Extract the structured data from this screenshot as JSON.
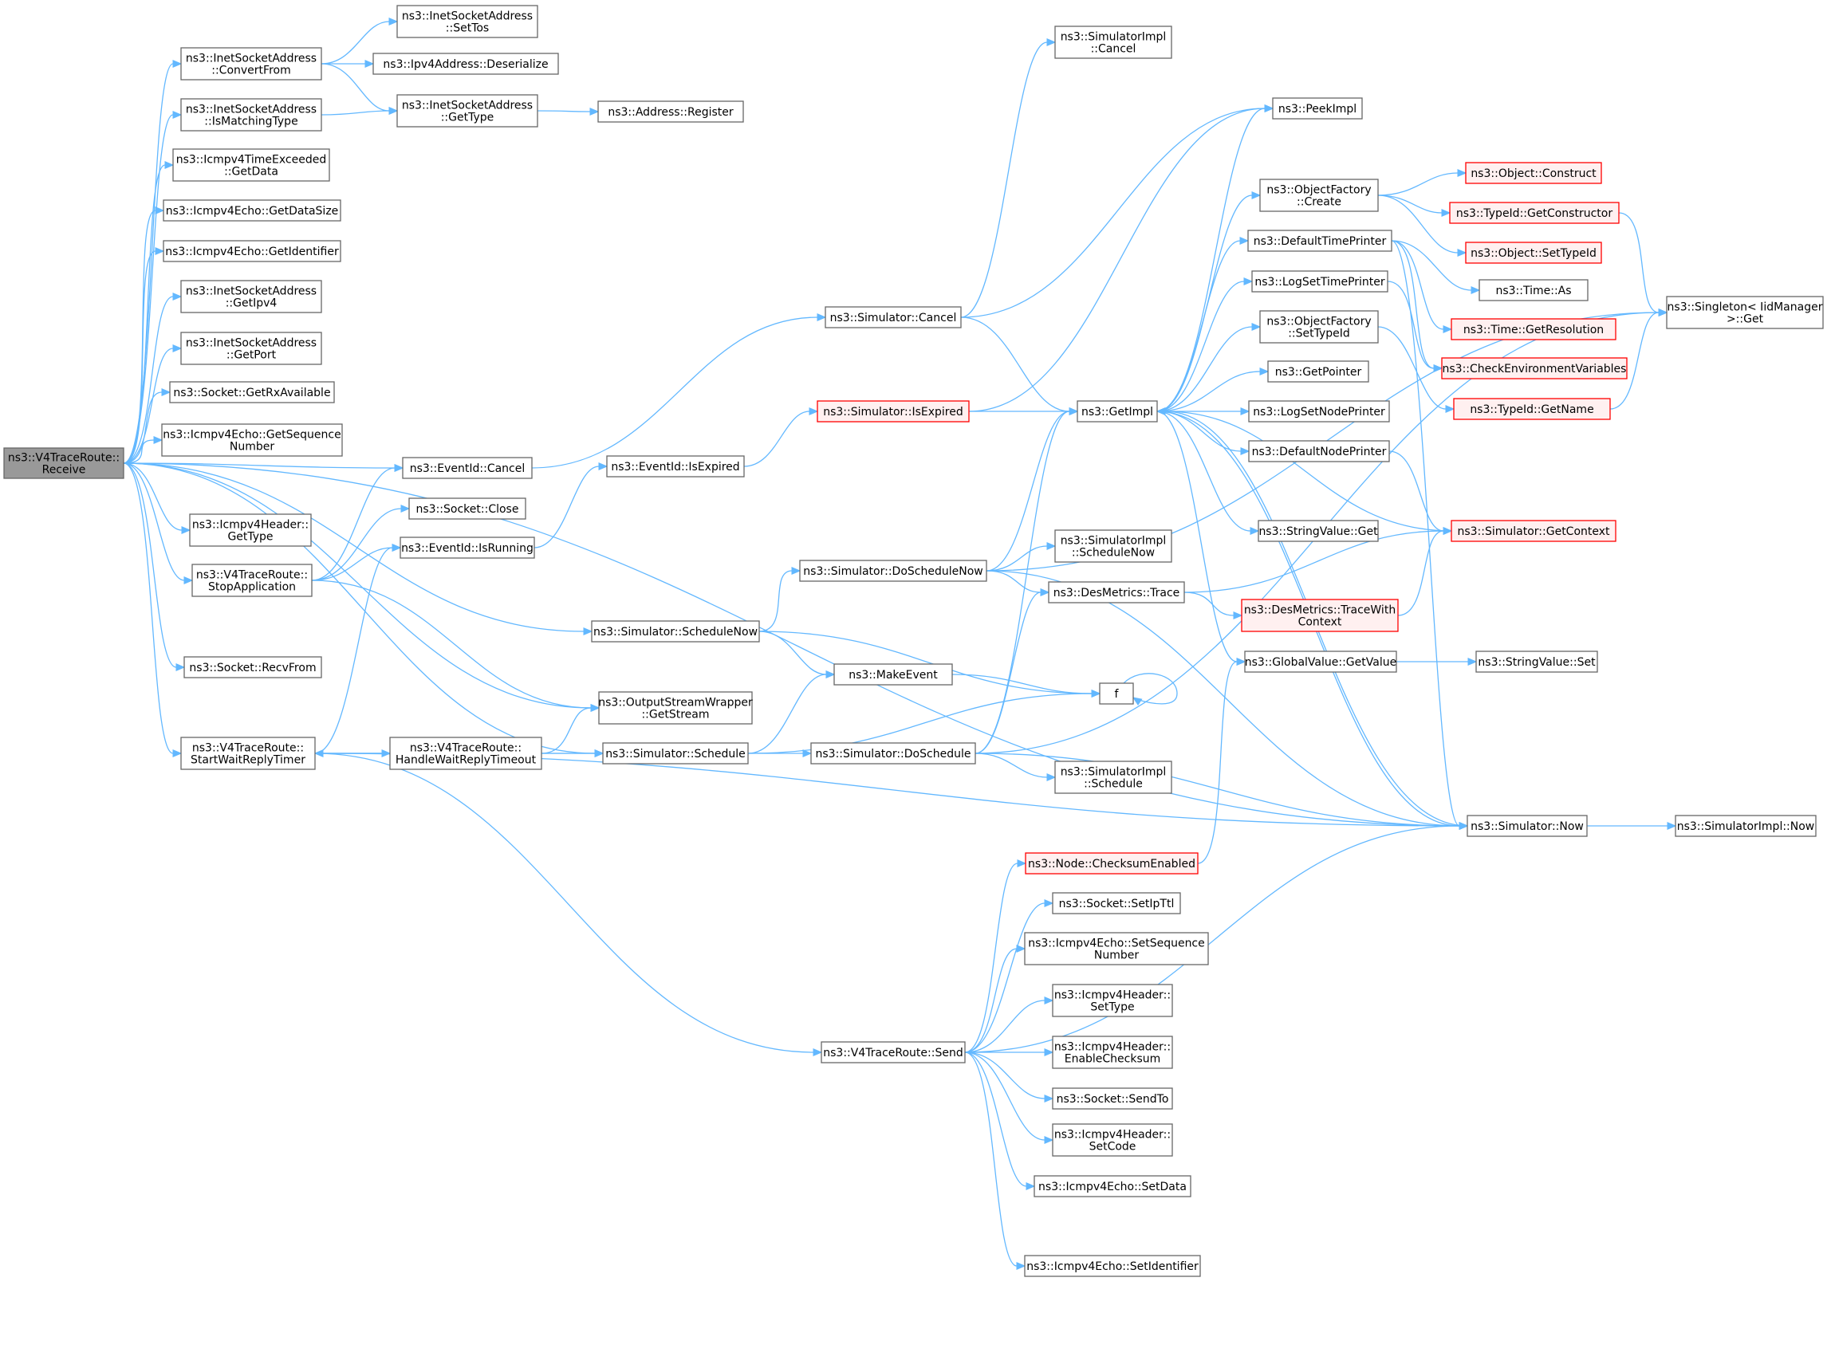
{
  "graph": {
    "type": "doxygen-call-graph",
    "edge_color": "#63b8ff",
    "node_border": "#666666",
    "highlight_border": "#ff0000",
    "root_fill": "#999999",
    "nodes": [
      {
        "id": "root",
        "lines": [
          "ns3::V4TraceRoute::",
          "Receive"
        ],
        "style": "root"
      },
      {
        "id": "isaConvertFrom",
        "lines": [
          "ns3::InetSocketAddress",
          "::ConvertFrom"
        ]
      },
      {
        "id": "isaSetTos",
        "lines": [
          "ns3::InetSocketAddress",
          "::SetTos"
        ]
      },
      {
        "id": "ipv4Deserialize",
        "lines": [
          "ns3::Ipv4Address::Deserialize"
        ]
      },
      {
        "id": "isaGetType",
        "lines": [
          "ns3::InetSocketAddress",
          "::GetType"
        ]
      },
      {
        "id": "addressRegister",
        "lines": [
          "ns3::Address::Register"
        ]
      },
      {
        "id": "isaIsMatchingType",
        "lines": [
          "ns3::InetSocketAddress",
          "::IsMatchingType"
        ]
      },
      {
        "id": "icmpTEGetData",
        "lines": [
          "ns3::Icmpv4TimeExceeded",
          "::GetData"
        ]
      },
      {
        "id": "echoGetDataSize",
        "lines": [
          "ns3::Icmpv4Echo::GetDataSize"
        ]
      },
      {
        "id": "echoGetIdentifier",
        "lines": [
          "ns3::Icmpv4Echo::GetIdentifier"
        ]
      },
      {
        "id": "isaGetIpv4",
        "lines": [
          "ns3::InetSocketAddress",
          "::GetIpv4"
        ]
      },
      {
        "id": "isaGetPort",
        "lines": [
          "ns3::InetSocketAddress",
          "::GetPort"
        ]
      },
      {
        "id": "sockGetRxAvailable",
        "lines": [
          "ns3::Socket::GetRxAvailable"
        ]
      },
      {
        "id": "echoGetSeqNum",
        "lines": [
          "ns3::Icmpv4Echo::GetSequence",
          "Number"
        ]
      },
      {
        "id": "eventIdCancel",
        "lines": [
          "ns3::EventId::Cancel"
        ]
      },
      {
        "id": "sockClose",
        "lines": [
          "ns3::Socket::Close"
        ]
      },
      {
        "id": "eventIdIsRunning",
        "lines": [
          "ns3::EventId::IsRunning"
        ]
      },
      {
        "id": "icmpHdrGetType",
        "lines": [
          "ns3::Icmpv4Header::",
          "GetType"
        ]
      },
      {
        "id": "v4StopApp",
        "lines": [
          "ns3::V4TraceRoute::",
          "StopApplication"
        ]
      },
      {
        "id": "sockRecvFrom",
        "lines": [
          "ns3::Socket::RecvFrom"
        ]
      },
      {
        "id": "v4StartWait",
        "lines": [
          "ns3::V4TraceRoute::",
          "StartWaitReplyTimer"
        ]
      },
      {
        "id": "v4HandleWait",
        "lines": [
          "ns3::V4TraceRoute::",
          "HandleWaitReplyTimeout"
        ]
      },
      {
        "id": "osGetStream",
        "lines": [
          "ns3::OutputStreamWrapper",
          "::GetStream"
        ]
      },
      {
        "id": "simSchedule",
        "lines": [
          "ns3::Simulator::Schedule"
        ]
      },
      {
        "id": "simScheduleNow",
        "lines": [
          "ns3::Simulator::ScheduleNow"
        ]
      },
      {
        "id": "eventIdIsExpired",
        "lines": [
          "ns3::EventId::IsExpired"
        ]
      },
      {
        "id": "simCancel",
        "lines": [
          "ns3::Simulator::Cancel"
        ]
      },
      {
        "id": "simIsExpired",
        "lines": [
          "ns3::Simulator::IsExpired"
        ],
        "style": "red"
      },
      {
        "id": "simDoScheduleNow",
        "lines": [
          "ns3::Simulator::DoScheduleNow"
        ]
      },
      {
        "id": "makeEvent",
        "lines": [
          "ns3::MakeEvent"
        ]
      },
      {
        "id": "simDoSchedule",
        "lines": [
          "ns3::Simulator::DoSchedule"
        ]
      },
      {
        "id": "v4Send",
        "lines": [
          "ns3::V4TraceRoute::Send"
        ]
      },
      {
        "id": "simImplCancel",
        "lines": [
          "ns3::SimulatorImpl",
          "::Cancel"
        ]
      },
      {
        "id": "peekImpl",
        "lines": [
          "ns3::PeekImpl"
        ]
      },
      {
        "id": "getImpl",
        "lines": [
          "ns3::GetImpl"
        ]
      },
      {
        "id": "simImplScheduleNow",
        "lines": [
          "ns3::SimulatorImpl",
          "::ScheduleNow"
        ]
      },
      {
        "id": "desTrace",
        "lines": [
          "ns3::DesMetrics::Trace"
        ]
      },
      {
        "id": "f",
        "lines": [
          "f"
        ]
      },
      {
        "id": "simImplSchedule",
        "lines": [
          "ns3::SimulatorImpl",
          "::Schedule"
        ]
      },
      {
        "id": "nodeChecksum",
        "lines": [
          "ns3::Node::ChecksumEnabled"
        ],
        "style": "red"
      },
      {
        "id": "sockSetIpTtl",
        "lines": [
          "ns3::Socket::SetIpTtl"
        ]
      },
      {
        "id": "echoSetSeqNum",
        "lines": [
          "ns3::Icmpv4Echo::SetSequence",
          "Number"
        ]
      },
      {
        "id": "icmpHdrSetType",
        "lines": [
          "ns3::Icmpv4Header::",
          "SetType"
        ]
      },
      {
        "id": "icmpHdrEnableChk",
        "lines": [
          "ns3::Icmpv4Header::",
          "EnableChecksum"
        ]
      },
      {
        "id": "sockSendTo",
        "lines": [
          "ns3::Socket::SendTo"
        ]
      },
      {
        "id": "icmpHdrSetCode",
        "lines": [
          "ns3::Icmpv4Header::",
          "SetCode"
        ]
      },
      {
        "id": "echoSetData",
        "lines": [
          "ns3::Icmpv4Echo::SetData"
        ]
      },
      {
        "id": "echoSetIdentifier",
        "lines": [
          "ns3::Icmpv4Echo::SetIdentifier"
        ]
      },
      {
        "id": "objFactCreate",
        "lines": [
          "ns3::ObjectFactory",
          "::Create"
        ]
      },
      {
        "id": "defTimePrinter",
        "lines": [
          "ns3::DefaultTimePrinter"
        ]
      },
      {
        "id": "logSetTimePrinter",
        "lines": [
          "ns3::LogSetTimePrinter"
        ]
      },
      {
        "id": "objFactSetTypeId",
        "lines": [
          "ns3::ObjectFactory",
          "::SetTypeId"
        ]
      },
      {
        "id": "getPointer",
        "lines": [
          "ns3::GetPointer"
        ]
      },
      {
        "id": "logSetNodePrinter",
        "lines": [
          "ns3::LogSetNodePrinter"
        ]
      },
      {
        "id": "defNodePrinter",
        "lines": [
          "ns3::DefaultNodePrinter"
        ]
      },
      {
        "id": "strValueGet",
        "lines": [
          "ns3::StringValue::Get"
        ]
      },
      {
        "id": "globalValueGetValue",
        "lines": [
          "ns3::GlobalValue::GetValue"
        ]
      },
      {
        "id": "simNow",
        "lines": [
          "ns3::Simulator::Now"
        ]
      },
      {
        "id": "objConstruct",
        "lines": [
          "ns3::Object::Construct"
        ],
        "style": "red"
      },
      {
        "id": "typeIdGetConstructor",
        "lines": [
          "ns3::TypeId::GetConstructor"
        ],
        "style": "red"
      },
      {
        "id": "objSetTypeId",
        "lines": [
          "ns3::Object::SetTypeId"
        ],
        "style": "red"
      },
      {
        "id": "timeAs",
        "lines": [
          "ns3::Time::As"
        ]
      },
      {
        "id": "timeGetResolution",
        "lines": [
          "ns3::Time::GetResolution"
        ],
        "style": "red"
      },
      {
        "id": "checkEnvVars",
        "lines": [
          "ns3::CheckEnvironmentVariables"
        ],
        "style": "red"
      },
      {
        "id": "typeIdGetName",
        "lines": [
          "ns3::TypeId::GetName"
        ],
        "style": "red"
      },
      {
        "id": "simGetContext",
        "lines": [
          "ns3::Simulator::GetContext"
        ],
        "style": "red"
      },
      {
        "id": "desTraceWithContext",
        "lines": [
          "ns3::DesMetrics::TraceWith",
          "Context"
        ],
        "style": "red"
      },
      {
        "id": "strValueSet",
        "lines": [
          "ns3::StringValue::Set"
        ]
      },
      {
        "id": "singletonGet",
        "lines": [
          "ns3::Singleton< IidManager",
          ">::Get"
        ]
      },
      {
        "id": "simImplNow",
        "lines": [
          "ns3::SimulatorImpl::Now"
        ]
      }
    ]
  }
}
